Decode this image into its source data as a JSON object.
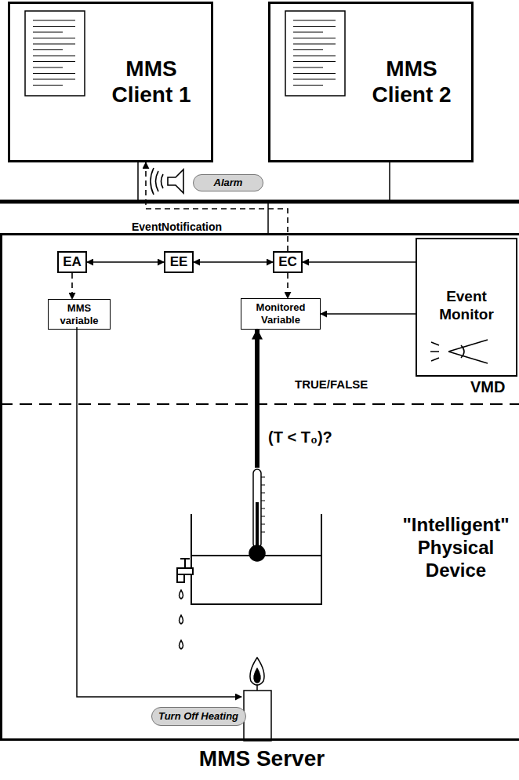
{
  "diagram": {
    "nodes": [
      {
        "text": [
          "MMS Client 1"
        ]
      },
      {
        "text": [
          "MMS Client 2"
        ]
      },
      {
        "text": [
          "MMS Server"
        ]
      },
      {
        "text": [
          "EA"
        ],
        "in": 2
      },
      {
        "text": [
          "EE"
        ],
        "in": 2
      },
      {
        "text": [
          "EC"
        ],
        "in": 2
      },
      {
        "text": [
          "Event Monitor"
        ],
        "in": 2
      },
      {
        "text": [
          "MMS variable"
        ],
        "in": 2
      },
      {
        "text": [
          "Monitored Variable"
        ],
        "in": 2
      },
      {
        "text": [
          "Alarm"
        ]
      },
      {
        "text": [
          "Turn Off Heating"
        ],
        "in": 2
      }
    ],
    "edges": [
      {
        "from": 3,
        "to": 4,
        "arrow": "both"
      },
      {
        "from": 4,
        "to": 5,
        "arrow": "both"
      },
      {
        "from": 6,
        "to": 5,
        "arrow": "to"
      },
      {
        "from": 6,
        "to": 8,
        "arrow": "to"
      },
      {
        "from": 5,
        "to": 8,
        "arrow": "to"
      },
      {
        "from": 3,
        "to": 7,
        "arrow": "to"
      },
      {
        "from": 5,
        "to": 0,
        "label": "EventNotification",
        "arrow": "to"
      }
    ],
    "labels": [
      "TRUE/FALSE",
      "(T < T₀)?",
      "VMD",
      "\"Intelligent\" Physical Device"
    ]
  }
}
